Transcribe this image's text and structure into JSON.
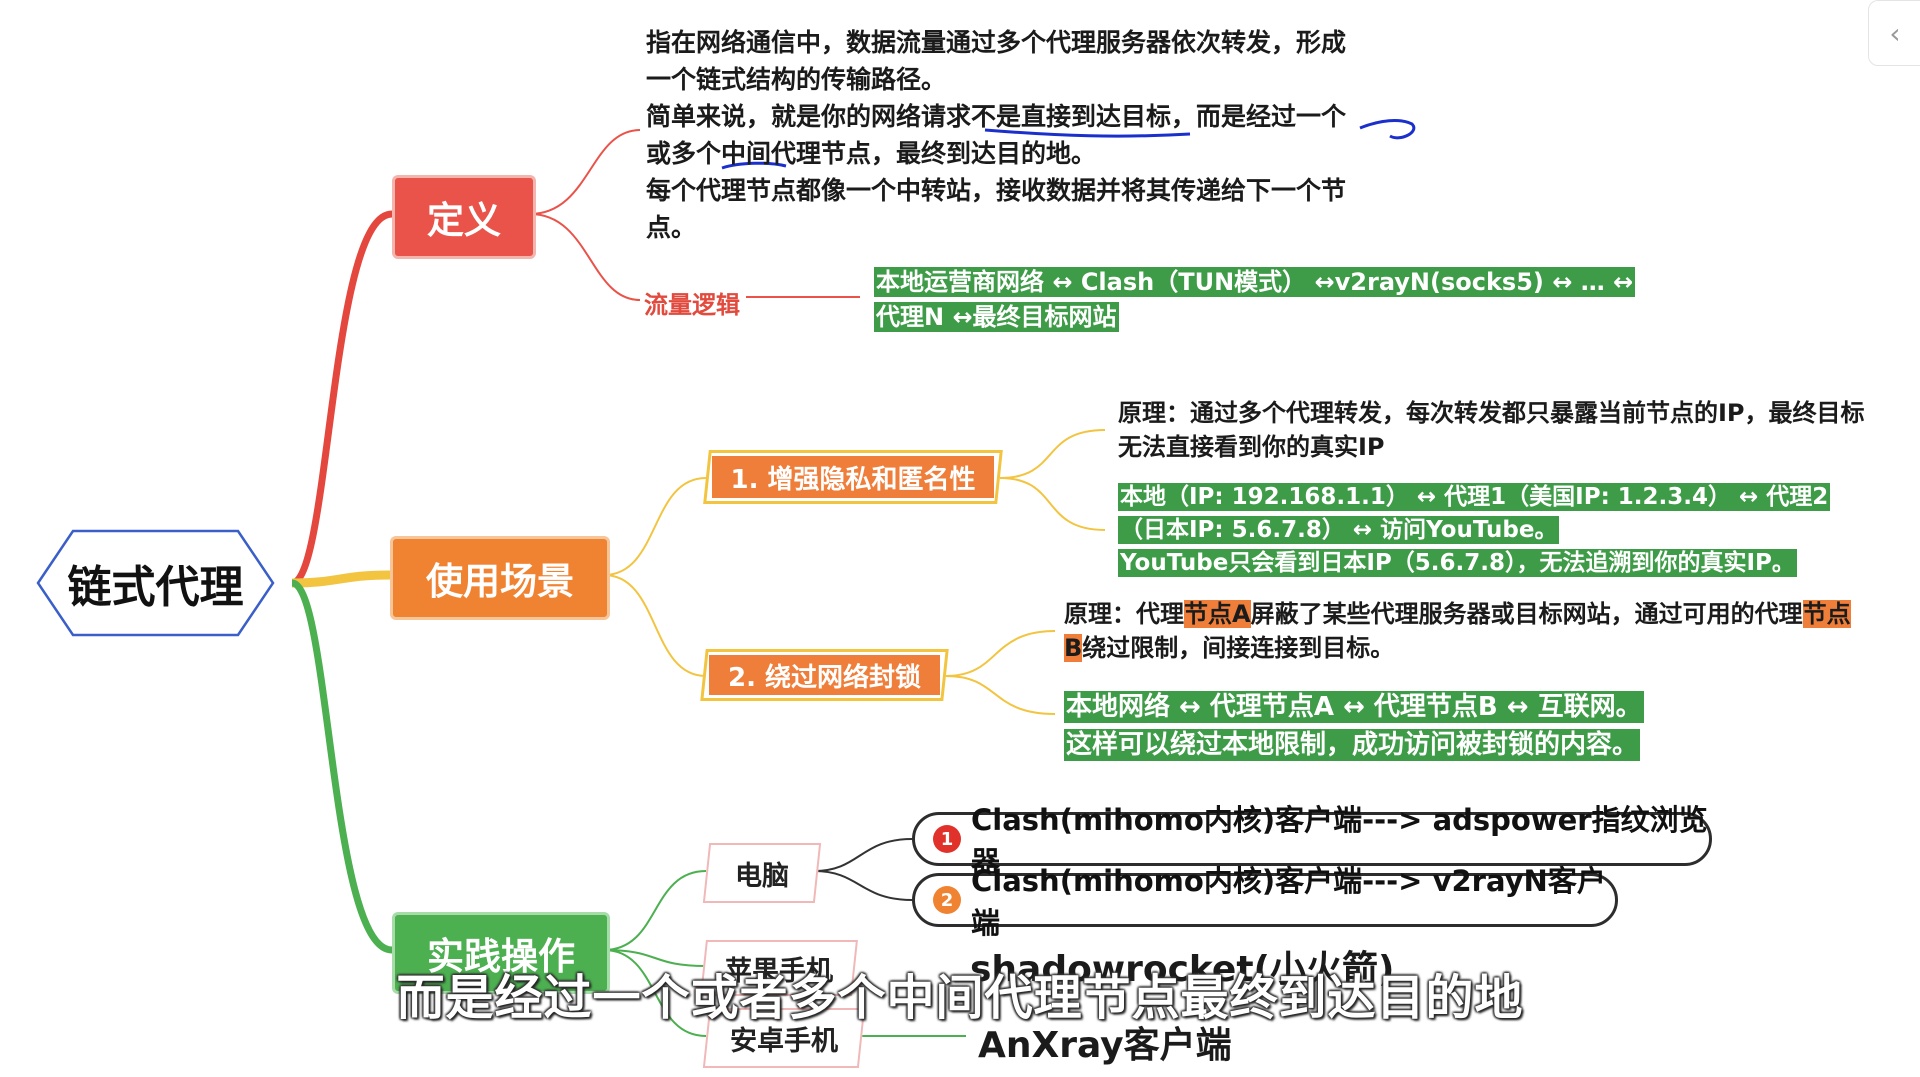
{
  "root": {
    "label": "链式代理"
  },
  "definition": {
    "label": "定义",
    "text_lines": [
      "指在网络通信中，数据流量通过多个代理服务器依次转发，形成",
      "一个链式结构的传输路径。",
      "简单来说，就是你的网络请求不是直接到达目标，而是经过一个",
      "或多个中间代理节点，最终到达目的地。",
      "每个代理节点都像一个中转站，接收数据并将其传递给下一个节",
      "点。"
    ],
    "flow_label": "流量逻辑",
    "flow_text": "本地运营商网络 ↔ Clash（TUN模式） ↔v2rayN(socks5) ↔ … ↔ 代理N ↔最终目标网站"
  },
  "scenarios": {
    "label": "使用场景",
    "item1": {
      "label": "1. 增强隐私和匿名性",
      "principle": "原理：通过多个代理转发，每次转发都只暴露当前节点的IP，最终目标无法直接看到你的真实IP",
      "example_lines": [
        "本地（IP: 192.168.1.1） ↔ 代理1（美国IP: 1.2.3.4） ↔ 代理2（日本IP: 5.6.7.8） ↔ 访问YouTube。",
        "YouTube只会看到日本IP（5.6.7.8），无法追溯到你的真实IP。"
      ]
    },
    "item2": {
      "label": "2. 绕过网络封锁",
      "principle_a": "原理：代理",
      "highlight_a": "节点A",
      "principle_b": "屏蔽了某些代理服务器或目标网站，通过可用的代理",
      "highlight_b": "节点B",
      "principle_c": "绕过限制，间接连接到目标。",
      "example_lines": [
        "本地网络 ↔ 代理节点A ↔ 代理节点B ↔ 互联网。",
        "这样可以绕过本地限制，成功访问被封锁的内容。"
      ]
    }
  },
  "practice": {
    "label": "实践操作",
    "pc": {
      "label": "电脑",
      "options": [
        {
          "num": "1",
          "text": "Clash(mihomo内核)客户端---> adspower指纹浏览器"
        },
        {
          "num": "2",
          "text": "Clash(mihomo内核)客户端---> v2rayN客户端"
        }
      ]
    },
    "ios": {
      "label": "苹果手机",
      "leaf": "shadowrocket(小火箭)"
    },
    "android": {
      "label": "安卓手机",
      "leaf": "AnXray客户端"
    }
  },
  "subtitle": "而是经过一个或者多个中间代理节点最终到达目的地",
  "colors": {
    "red": "#e9534a",
    "orange": "#ef8332",
    "green": "#4caf50",
    "highlight_green": "#3e9b47",
    "yellow_line": "#f2c440"
  },
  "icons": {
    "collapse": "chevron-left-icon"
  }
}
